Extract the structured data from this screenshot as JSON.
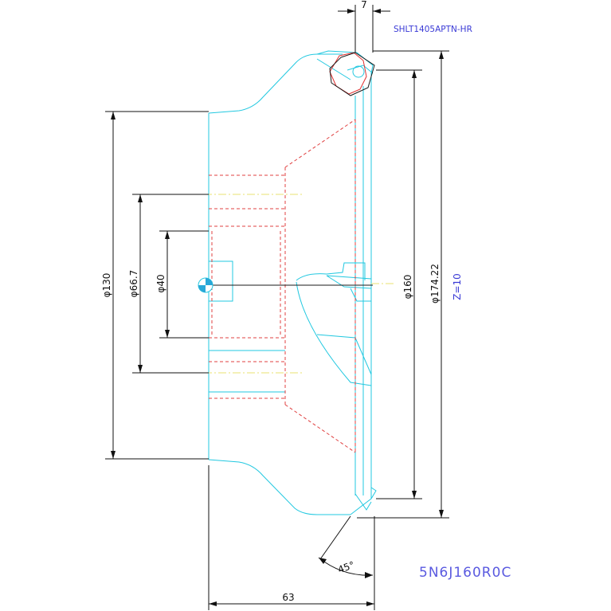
{
  "drawing": {
    "tool_code": "SHLT1405APTN-HR",
    "part_number": "5N6J160R0C",
    "teeth": "Z=10",
    "angle": "45°"
  },
  "dimensions": {
    "width_top": "7",
    "width_total": "63",
    "bore": "φ40",
    "hub": "φ66.7",
    "body": "φ130",
    "cut": "φ160",
    "outer": "φ174.22"
  },
  "colors": {
    "body_outline": "#22c8e0",
    "hidden_lines": "#e04040",
    "center_lines": "#e8e070",
    "annotation_text": "#3a3ad6",
    "dimension_lines": "#111111"
  }
}
